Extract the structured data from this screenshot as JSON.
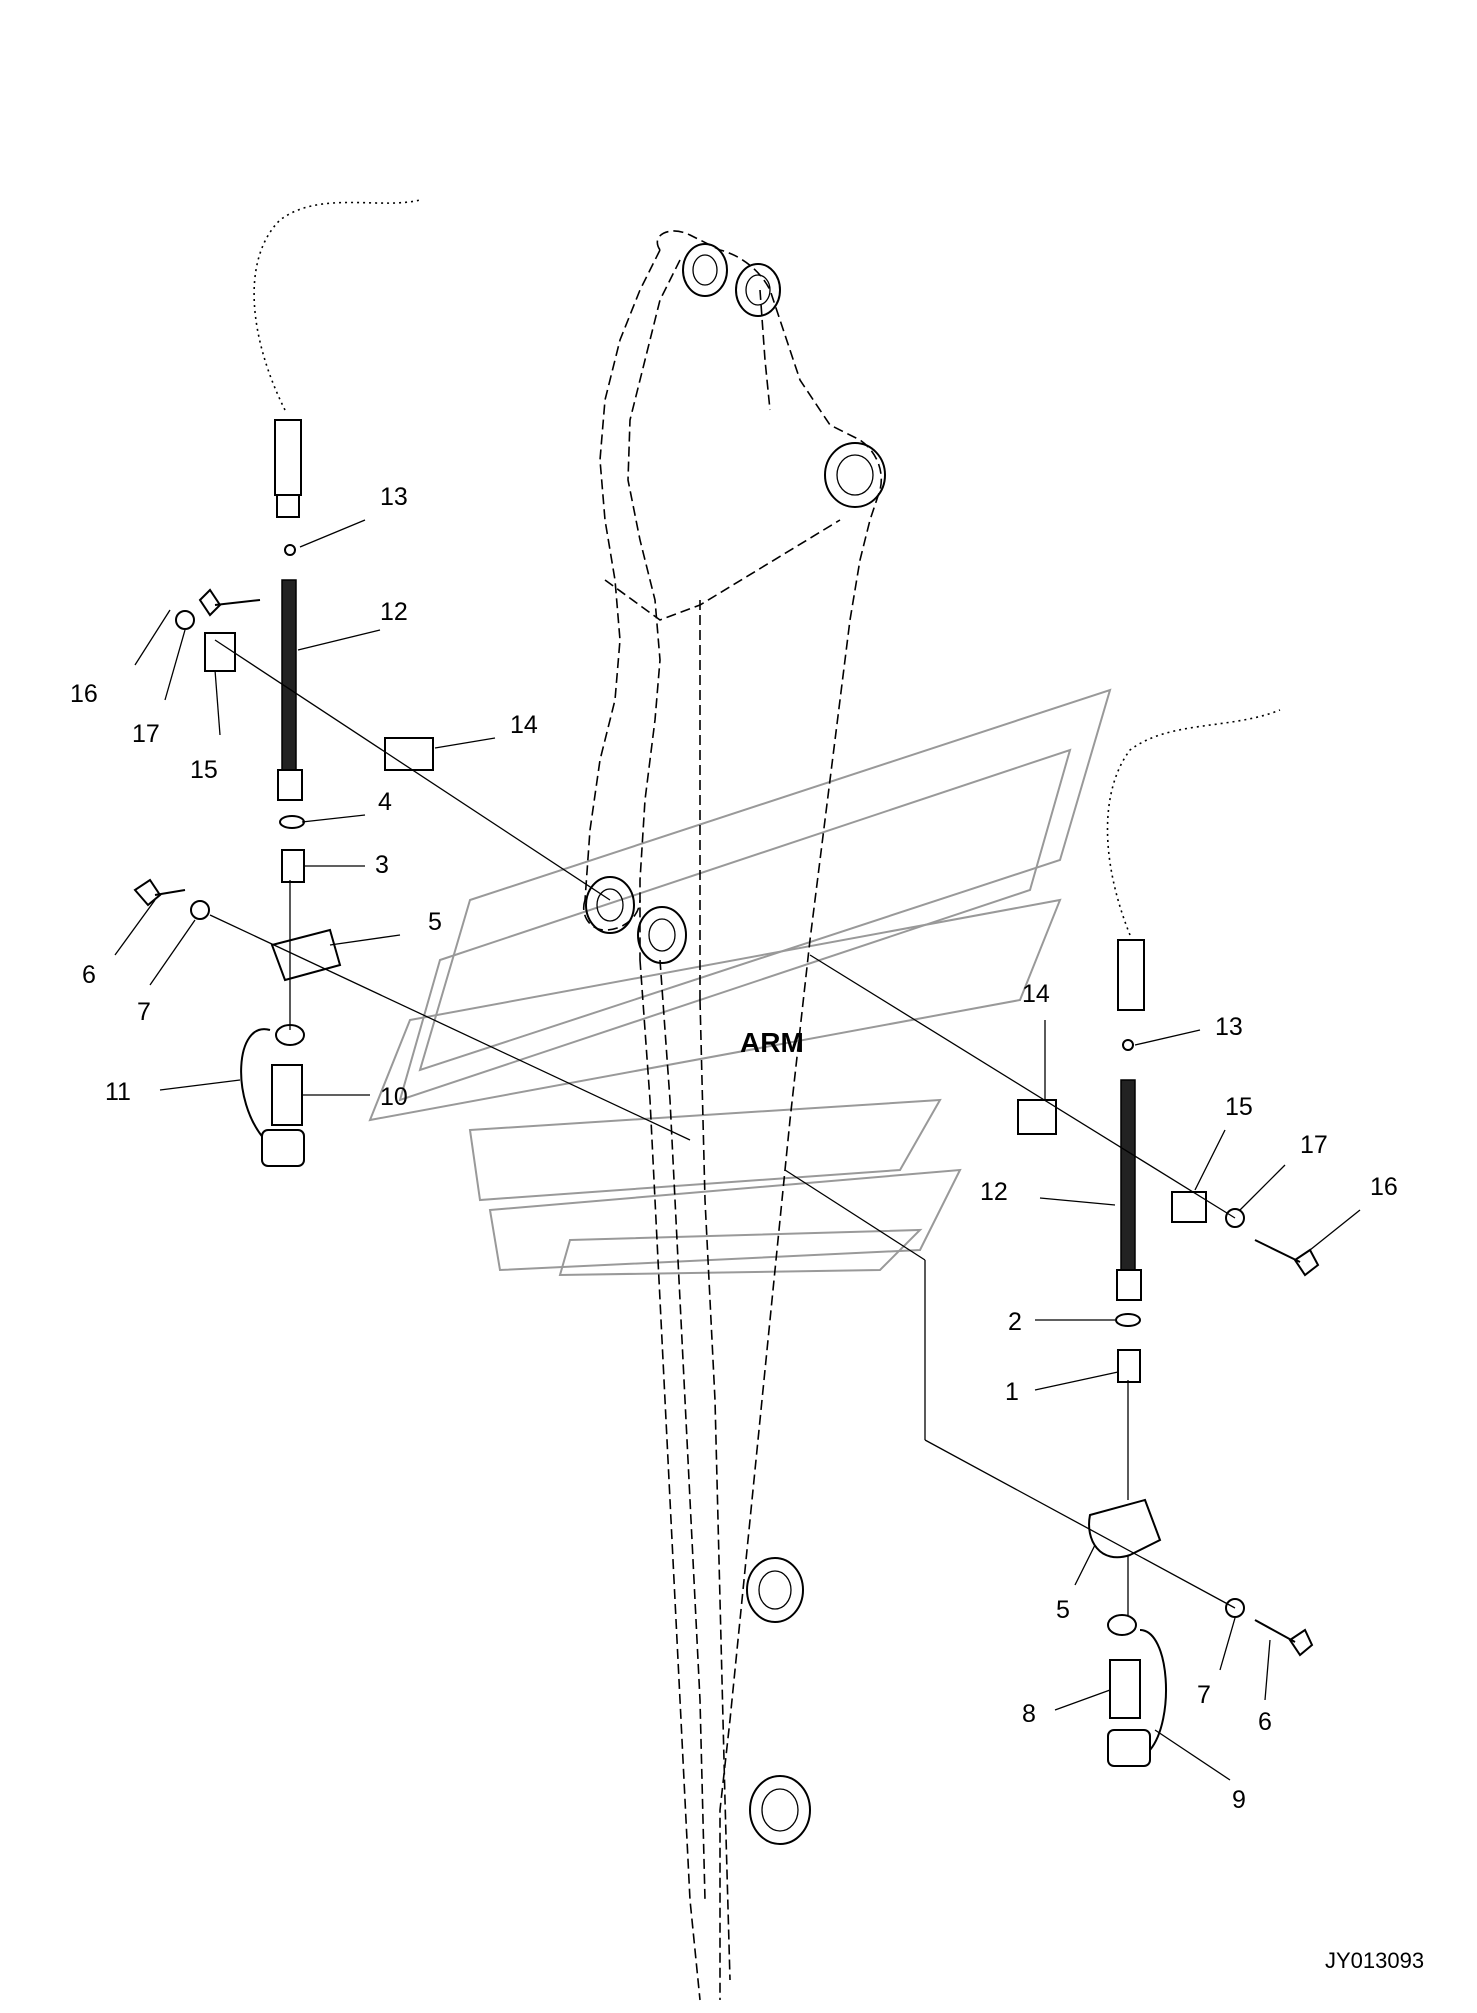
{
  "diagram": {
    "component_label": "ARM",
    "drawing_id": "JY013093",
    "callouts": {
      "left": {
        "c13": "13",
        "c12": "12",
        "c16": "16",
        "c17": "17",
        "c15": "15",
        "c14": "14",
        "c4": "4",
        "c3": "3",
        "c6": "6",
        "c7": "7",
        "c5": "5",
        "c11": "11",
        "c10": "10"
      },
      "right": {
        "c14": "14",
        "c13": "13",
        "c15": "15",
        "c17": "17",
        "c12": "12",
        "c16": "16",
        "c2": "2",
        "c1": "1",
        "c5": "5",
        "c7": "7",
        "c6": "6",
        "c8": "8",
        "c9": "9"
      }
    }
  }
}
